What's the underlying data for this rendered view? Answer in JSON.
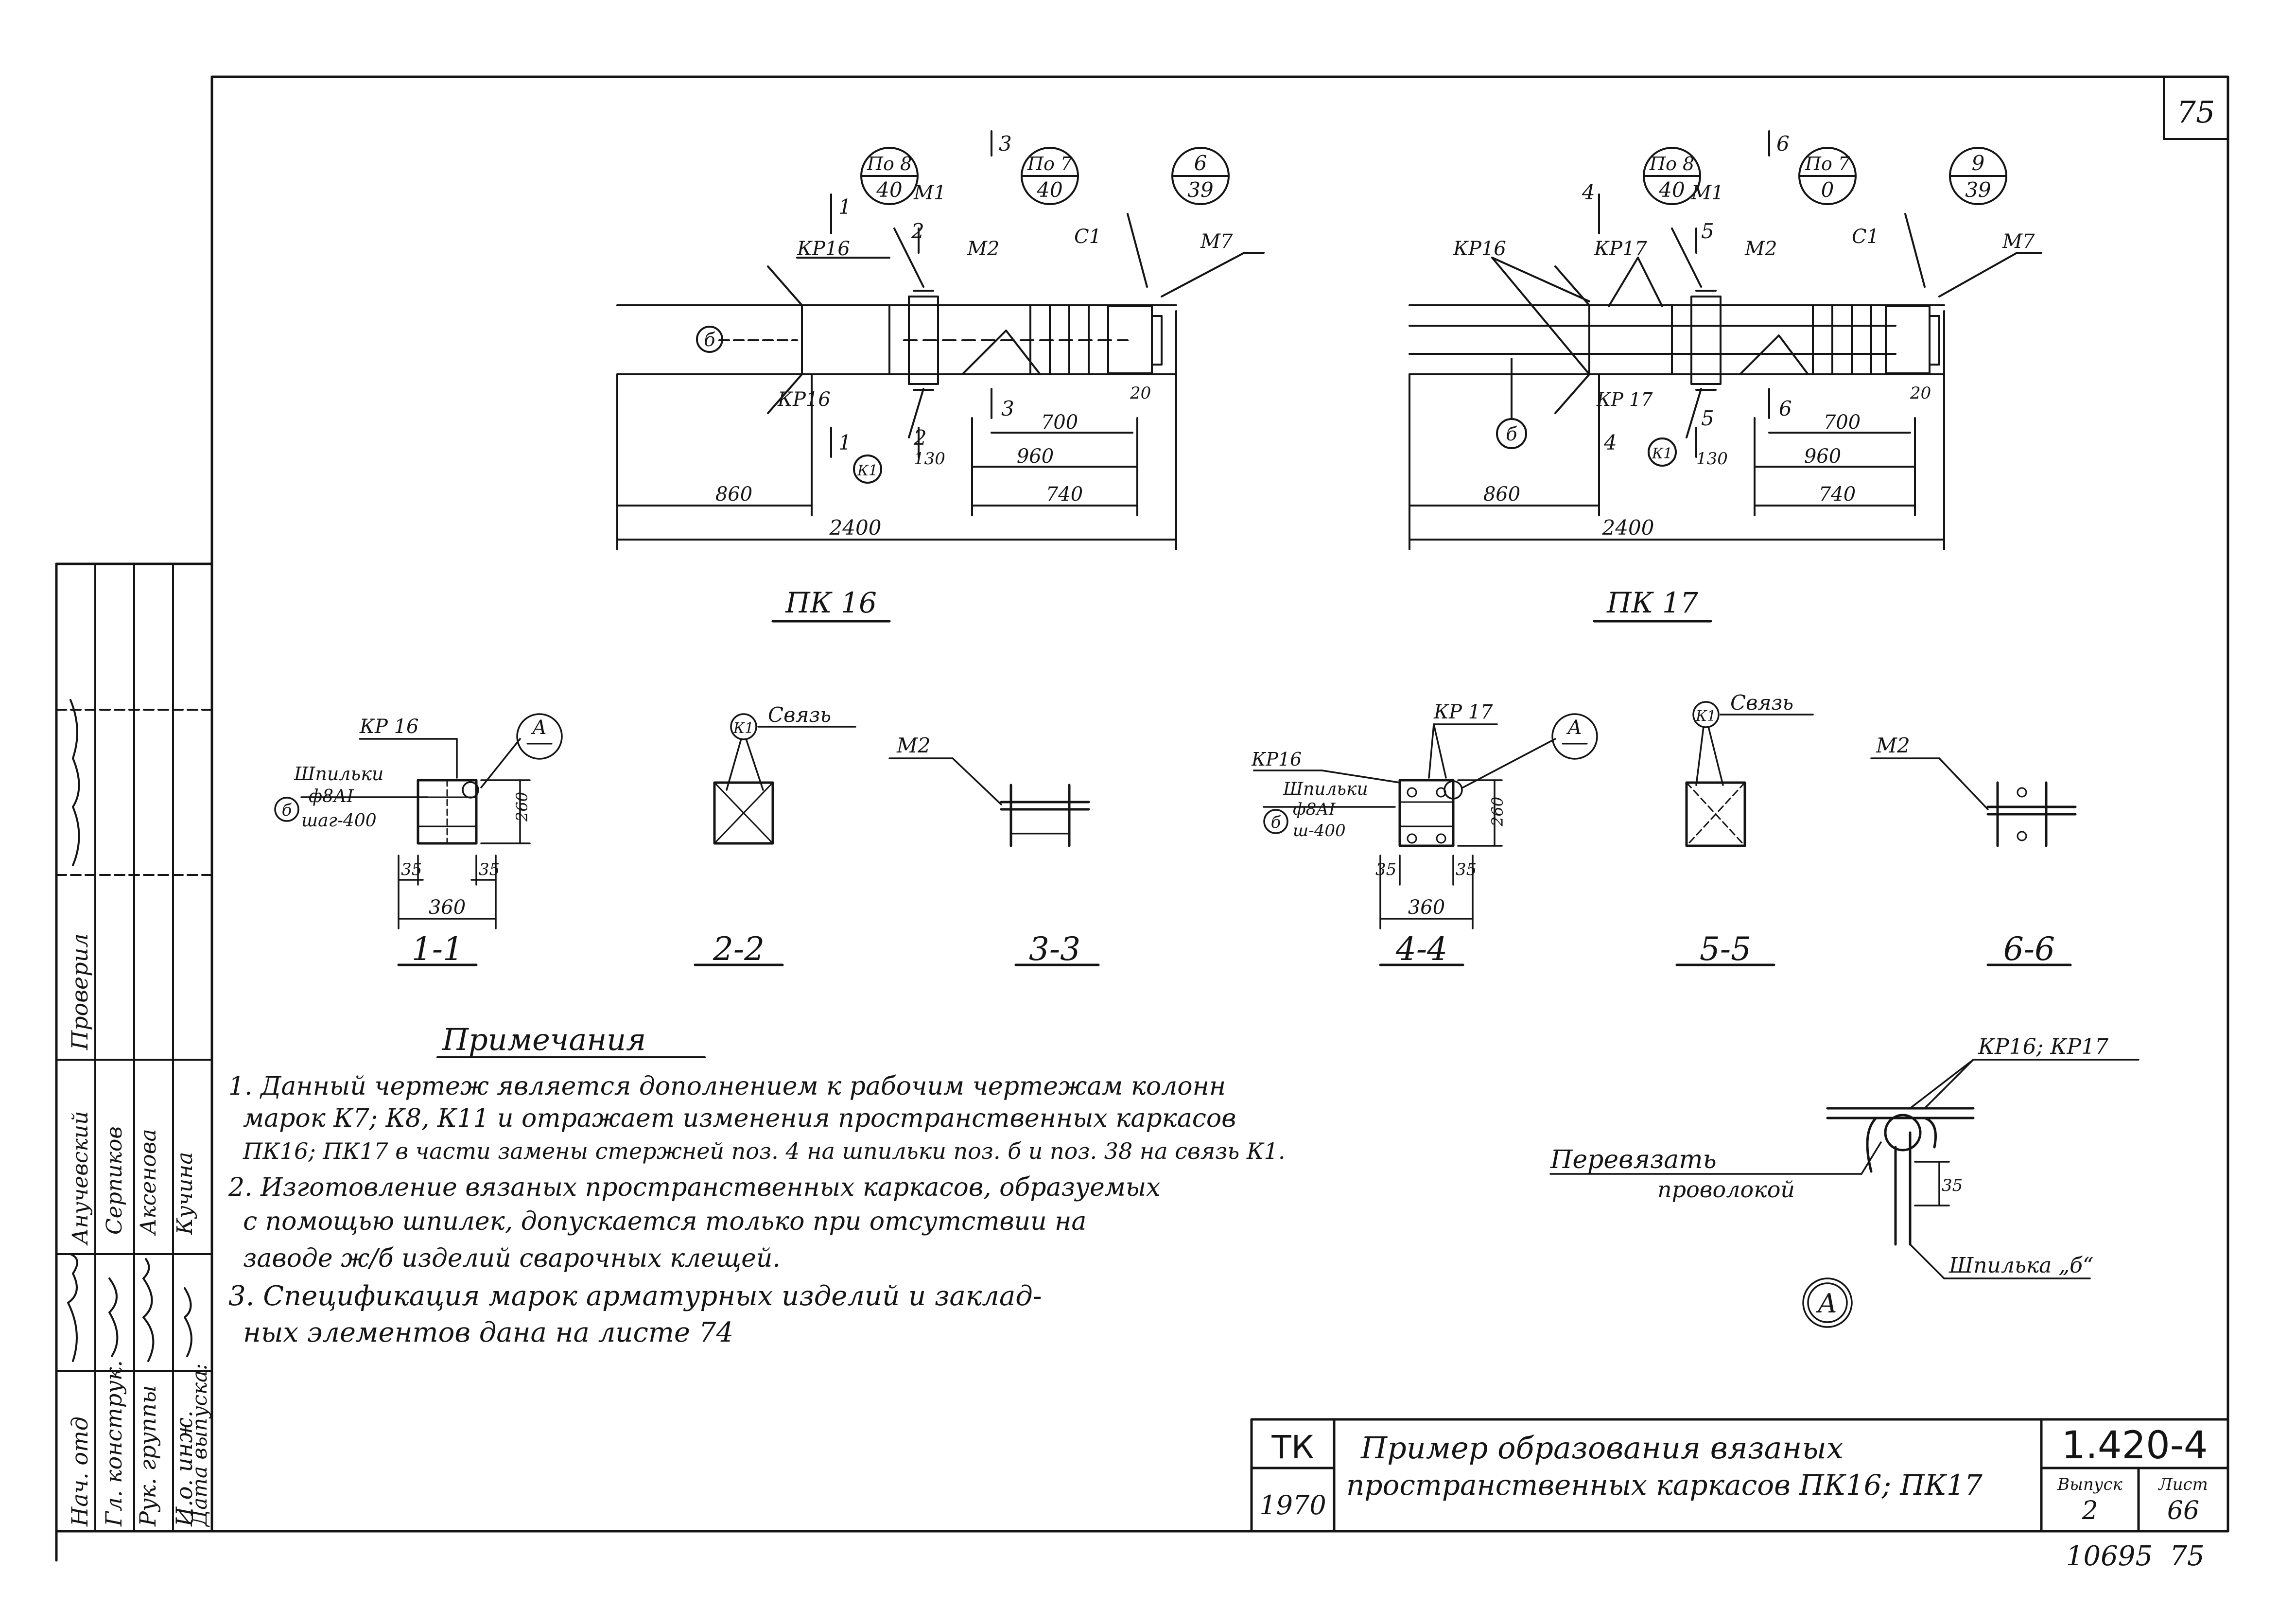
{
  "sheet": {
    "page_number": "75",
    "series": "1.420-4",
    "org": "ТК",
    "year": "1970",
    "title_line1": "Пример образования вязаных",
    "title_line2": "пространственных каркасов ПК16; ПК17",
    "issue_label": "Выпуск",
    "issue_value": "2",
    "sheet_label": "Лист",
    "sheet_value": "66",
    "bottom_stamp_left": "10695",
    "bottom_stamp_right": "75"
  },
  "stamp": {
    "roles": [
      "Нач. отд",
      "Гл. конструк.",
      "Рук. группы",
      "И.о. инж."
    ],
    "names": [
      "Анучевский",
      "Серпиков",
      "Аксенова",
      "Кучина"
    ],
    "header": "Проверил",
    "issue_date_label": "Дата выпуска:"
  },
  "pk16": {
    "caption": "ПК 16",
    "bubbles": [
      {
        "top": "По 8",
        "bottom": "40"
      },
      {
        "top": "По 7",
        "bottom": "40"
      },
      {
        "top": "6",
        "bottom": "39"
      }
    ],
    "labels": [
      "КР16",
      "М1",
      "М2",
      "С1",
      "М7",
      "КР16",
      "б",
      "К1"
    ],
    "cuts": [
      "1",
      "2",
      "3",
      "1",
      "2",
      "3"
    ],
    "dims": [
      "20",
      "700",
      "130",
      "960",
      "740",
      "860",
      "2400"
    ]
  },
  "pk17": {
    "caption": "ПК 17",
    "bubbles": [
      {
        "top": "По 8",
        "bottom": "40"
      },
      {
        "top": "По 7",
        "bottom": "0"
      },
      {
        "top": "9",
        "bottom": "39"
      }
    ],
    "labels": [
      "КР16",
      "КР17",
      "М1",
      "М2",
      "С1",
      "М7",
      "КР 17",
      "б",
      "К1"
    ],
    "cuts": [
      "4",
      "5",
      "6",
      "4",
      "5",
      "6"
    ],
    "dims": [
      "20",
      "700",
      "130",
      "960",
      "740",
      "860",
      "2400"
    ]
  },
  "sections": [
    {
      "id": "1-1",
      "labels": [
        "КР 16",
        "Шпильки",
        "ф8АI",
        "шаг-400",
        "б",
        "А"
      ],
      "dims": [
        "260",
        "35",
        "35",
        "360"
      ]
    },
    {
      "id": "2-2",
      "labels": [
        "К1",
        "Связь"
      ]
    },
    {
      "id": "3-3",
      "labels": [
        "М2"
      ]
    },
    {
      "id": "4-4",
      "labels": [
        "КР 17",
        "КР16",
        "Шпильки",
        "ф8АI",
        "ш-400",
        "б",
        "А"
      ],
      "dims": [
        "260",
        "35",
        "35",
        "360"
      ]
    },
    {
      "id": "5-5",
      "labels": [
        "К1",
        "Связь"
      ]
    },
    {
      "id": "6-6",
      "labels": [
        "М2"
      ]
    }
  ],
  "notes": {
    "title": "Примечания",
    "lines": [
      "1. Данный чертеж является дополнением к рабочим чертежам колонн",
      "марок К7; К8, К11 и отражает изменения пространственных каркасов",
      "ПК16; ПК17 в части замены стержней поз. 4 на шпильки поз. б и поз. 38 на связь К1.",
      "2. Изготовление вязаных пространственных каркасов, образуемых",
      "с помощью шпилек, допускается только при отсутствии на",
      "заводе ж/б изделий сварочных клещей.",
      "3. Спецификация марок арматурных изделий и заклад-",
      "ных элементов дана на листе 74"
    ]
  },
  "detail_a": {
    "marker": "А",
    "label_top": "КР16; КР17",
    "label_left1": "Перевязать",
    "label_left2": "проволокой",
    "dim": "35",
    "label_bottom": "Шпилька „б“"
  }
}
